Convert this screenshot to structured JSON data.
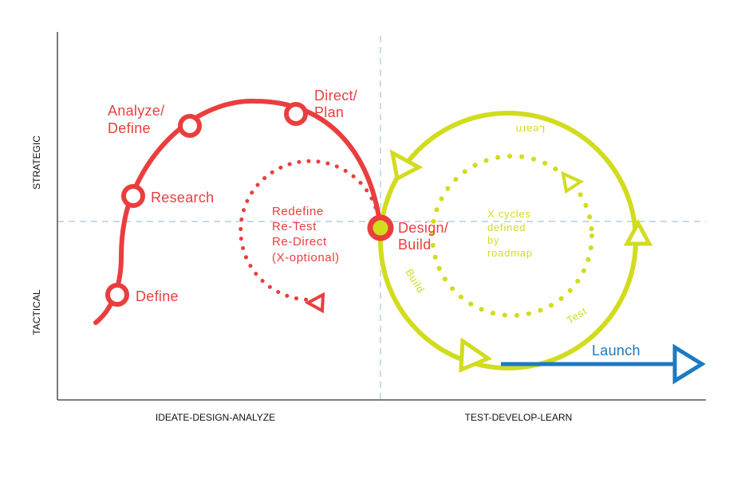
{
  "colors": {
    "red": "#ea3e3e",
    "yellow": "#d2dc1f",
    "blue": "#1c7ac3",
    "axis": "#333333",
    "guide": "#a9c4d9"
  },
  "axes": {
    "y_top": "STRATEGIC",
    "y_bottom": "TACTICAL",
    "x_left": "IDEATE-DESIGN-ANALYZE",
    "x_right": "TEST-DEVELOP-LEARN"
  },
  "red_nodes": {
    "define": "Define",
    "research": "Research",
    "analyze_line1": "Analyze/",
    "analyze_line2": "Define",
    "direct_line1": "Direct/",
    "direct_line2": "Plan",
    "design_line1": "Design/",
    "design_line2": "Build"
  },
  "red_loop": {
    "line1": "Redefine",
    "line2": "Re-Test",
    "line3": "Re-Direct",
    "line4": "(X-optional)"
  },
  "yellow_cycle": {
    "learn": "Learn",
    "build": "Build",
    "test": "Test",
    "center_line1": "X cycles",
    "center_line2": "defined",
    "center_line3": "by",
    "center_line4": "roadmap"
  },
  "launch": "Launch"
}
